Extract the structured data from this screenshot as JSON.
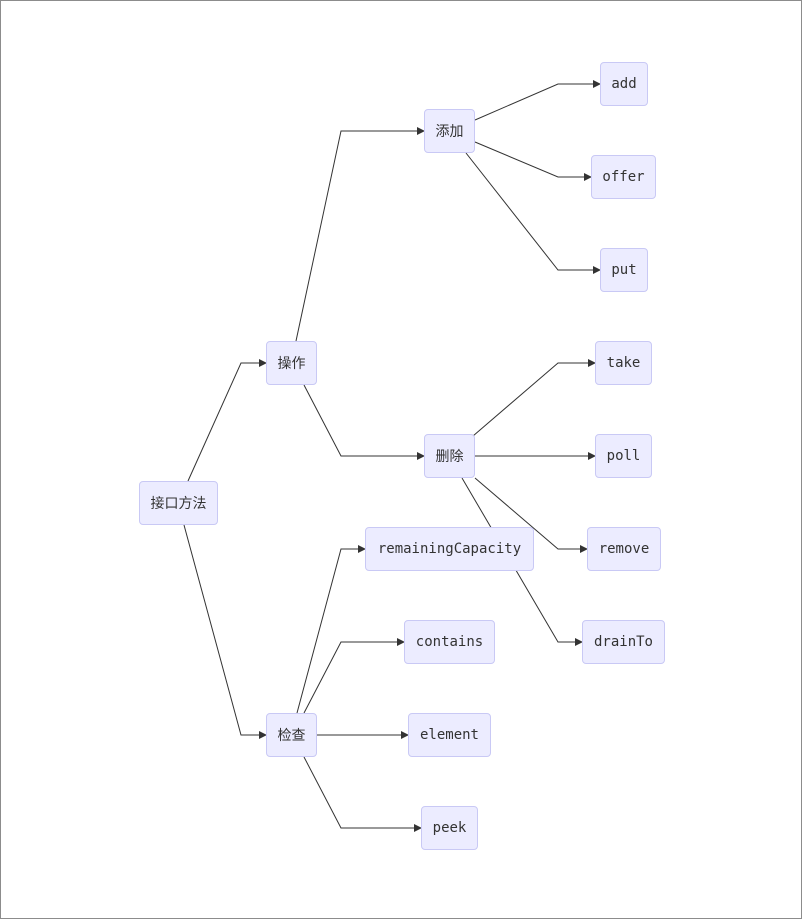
{
  "diagram": {
    "type": "mindmap-flowchart",
    "direction": "left-to-right",
    "colors": {
      "node_fill": "#ececff",
      "node_border": "#c9c9f5",
      "edge": "#333333",
      "text": "#333333",
      "background": "#ffffff"
    },
    "nodes": {
      "root": "接口方法",
      "op": "操作",
      "check": "检查",
      "add_group": "添加",
      "del_group": "删除",
      "add": "add",
      "offer": "offer",
      "put": "put",
      "take": "take",
      "poll": "poll",
      "remove": "remove",
      "drainTo": "drainTo",
      "remaining": "remainingCapacity",
      "contains": "contains",
      "element": "element",
      "peek": "peek"
    },
    "edges": [
      [
        "root",
        "op"
      ],
      [
        "root",
        "check"
      ],
      [
        "op",
        "add_group"
      ],
      [
        "op",
        "del_group"
      ],
      [
        "add_group",
        "add"
      ],
      [
        "add_group",
        "offer"
      ],
      [
        "add_group",
        "put"
      ],
      [
        "del_group",
        "take"
      ],
      [
        "del_group",
        "poll"
      ],
      [
        "del_group",
        "remove"
      ],
      [
        "del_group",
        "drainTo"
      ],
      [
        "check",
        "remaining"
      ],
      [
        "check",
        "contains"
      ],
      [
        "check",
        "element"
      ],
      [
        "check",
        "peek"
      ]
    ]
  }
}
